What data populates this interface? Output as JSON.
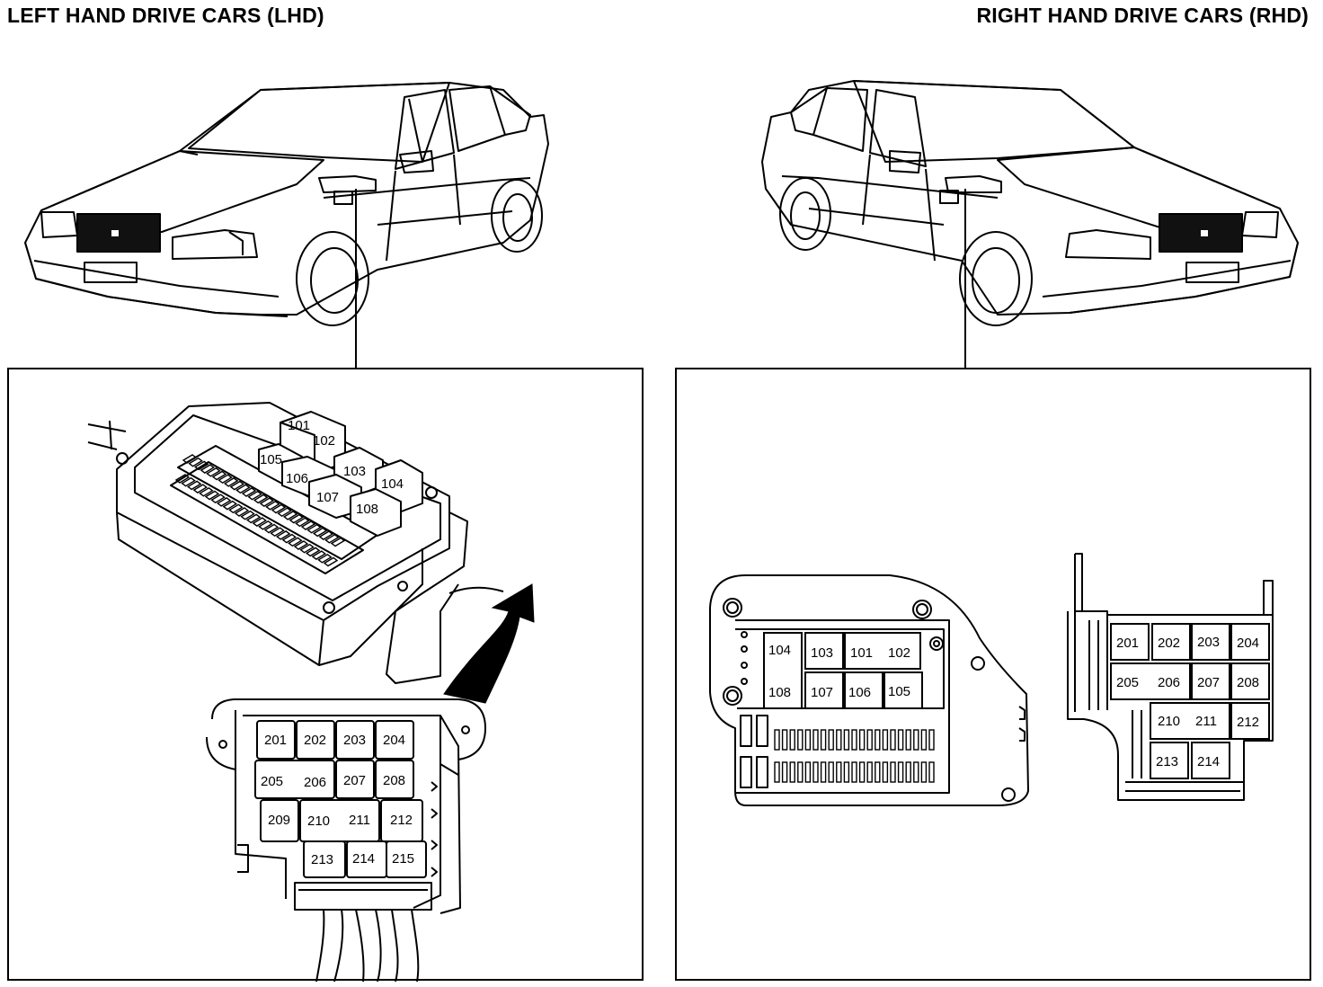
{
  "headings": {
    "lhd": "LEFT HAND DRIVE CARS (LHD)",
    "rhd": "RIGHT HAND DRIVE CARS (RHD)"
  },
  "lhd": {
    "relay_box_100": [
      "101",
      "102",
      "105",
      "106",
      "103",
      "107",
      "104",
      "108"
    ],
    "relay_box_200": [
      "201",
      "202",
      "203",
      "204",
      "205",
      "206",
      "207",
      "208",
      "209",
      "210",
      "211",
      "212",
      "213",
      "214",
      "215"
    ]
  },
  "rhd": {
    "relay_box_100": [
      "104",
      "103",
      "101",
      "102",
      "108",
      "107",
      "106",
      "105"
    ],
    "relay_box_200": [
      "201",
      "202",
      "203",
      "204",
      "205",
      "206",
      "207",
      "208",
      "210",
      "211",
      "212",
      "213",
      "214"
    ]
  },
  "colors": {
    "line": "#000000",
    "background": "#ffffff",
    "car_window": "#111111"
  }
}
